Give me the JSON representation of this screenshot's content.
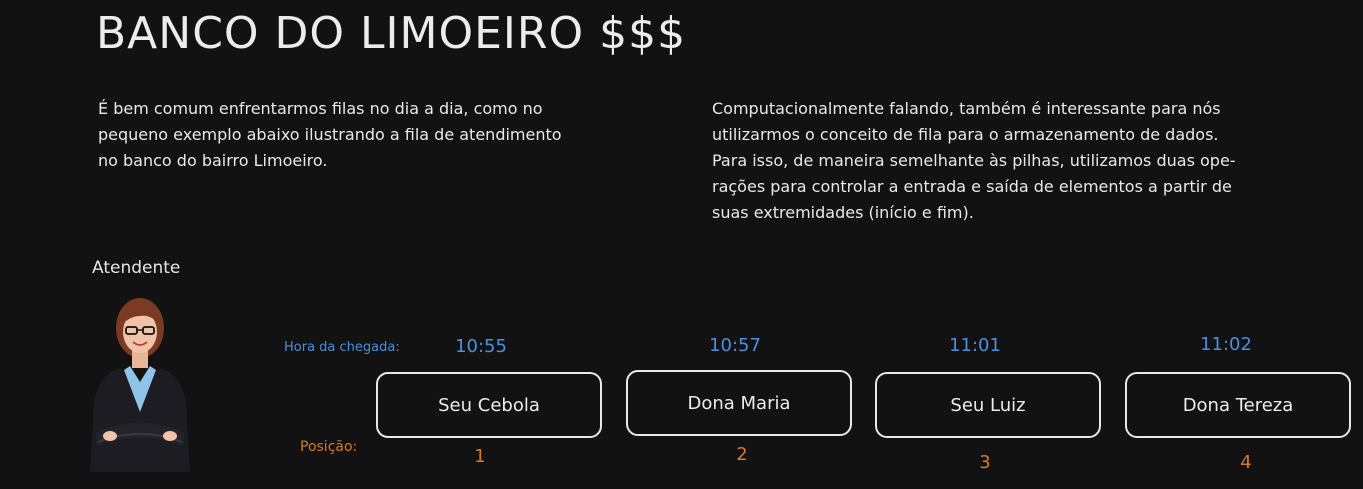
{
  "title": "BANCO DO LIMOEIRO $$$",
  "intro_left": [
    "É bem comum enfrentarmos filas no dia a dia, como no",
    "pequeno exemplo abaixo ilustrando a fila de atendimento",
    "no banco do bairro Limoeiro."
  ],
  "intro_right": [
    "Computacionalmente falando, também é interessante para nós",
    "utilizarmos o conceito de fila para o armazenamento de dados.",
    "Para isso, de maneira semelhante às pilhas, utilizamos duas ope-",
    "rações para controlar a entrada e saída de elementos a partir de",
    "suas extremidades (início e fim)."
  ],
  "attendant_label": "Atendente",
  "arrival_label": "Hora da chegada:",
  "position_label": "Posição:",
  "queue": [
    {
      "name": "Seu Cebola",
      "time": "10:55",
      "position": "1"
    },
    {
      "name": "Dona Maria",
      "time": "10:57",
      "position": "2"
    },
    {
      "name": "Seu Luiz",
      "time": "11:01",
      "position": "3"
    },
    {
      "name": "Dona Tereza",
      "time": "11:02",
      "position": "4"
    }
  ],
  "colors": {
    "background": "#121212",
    "time": "#4a90e2",
    "position": "#d8792a",
    "text": "#e9e9e9"
  }
}
